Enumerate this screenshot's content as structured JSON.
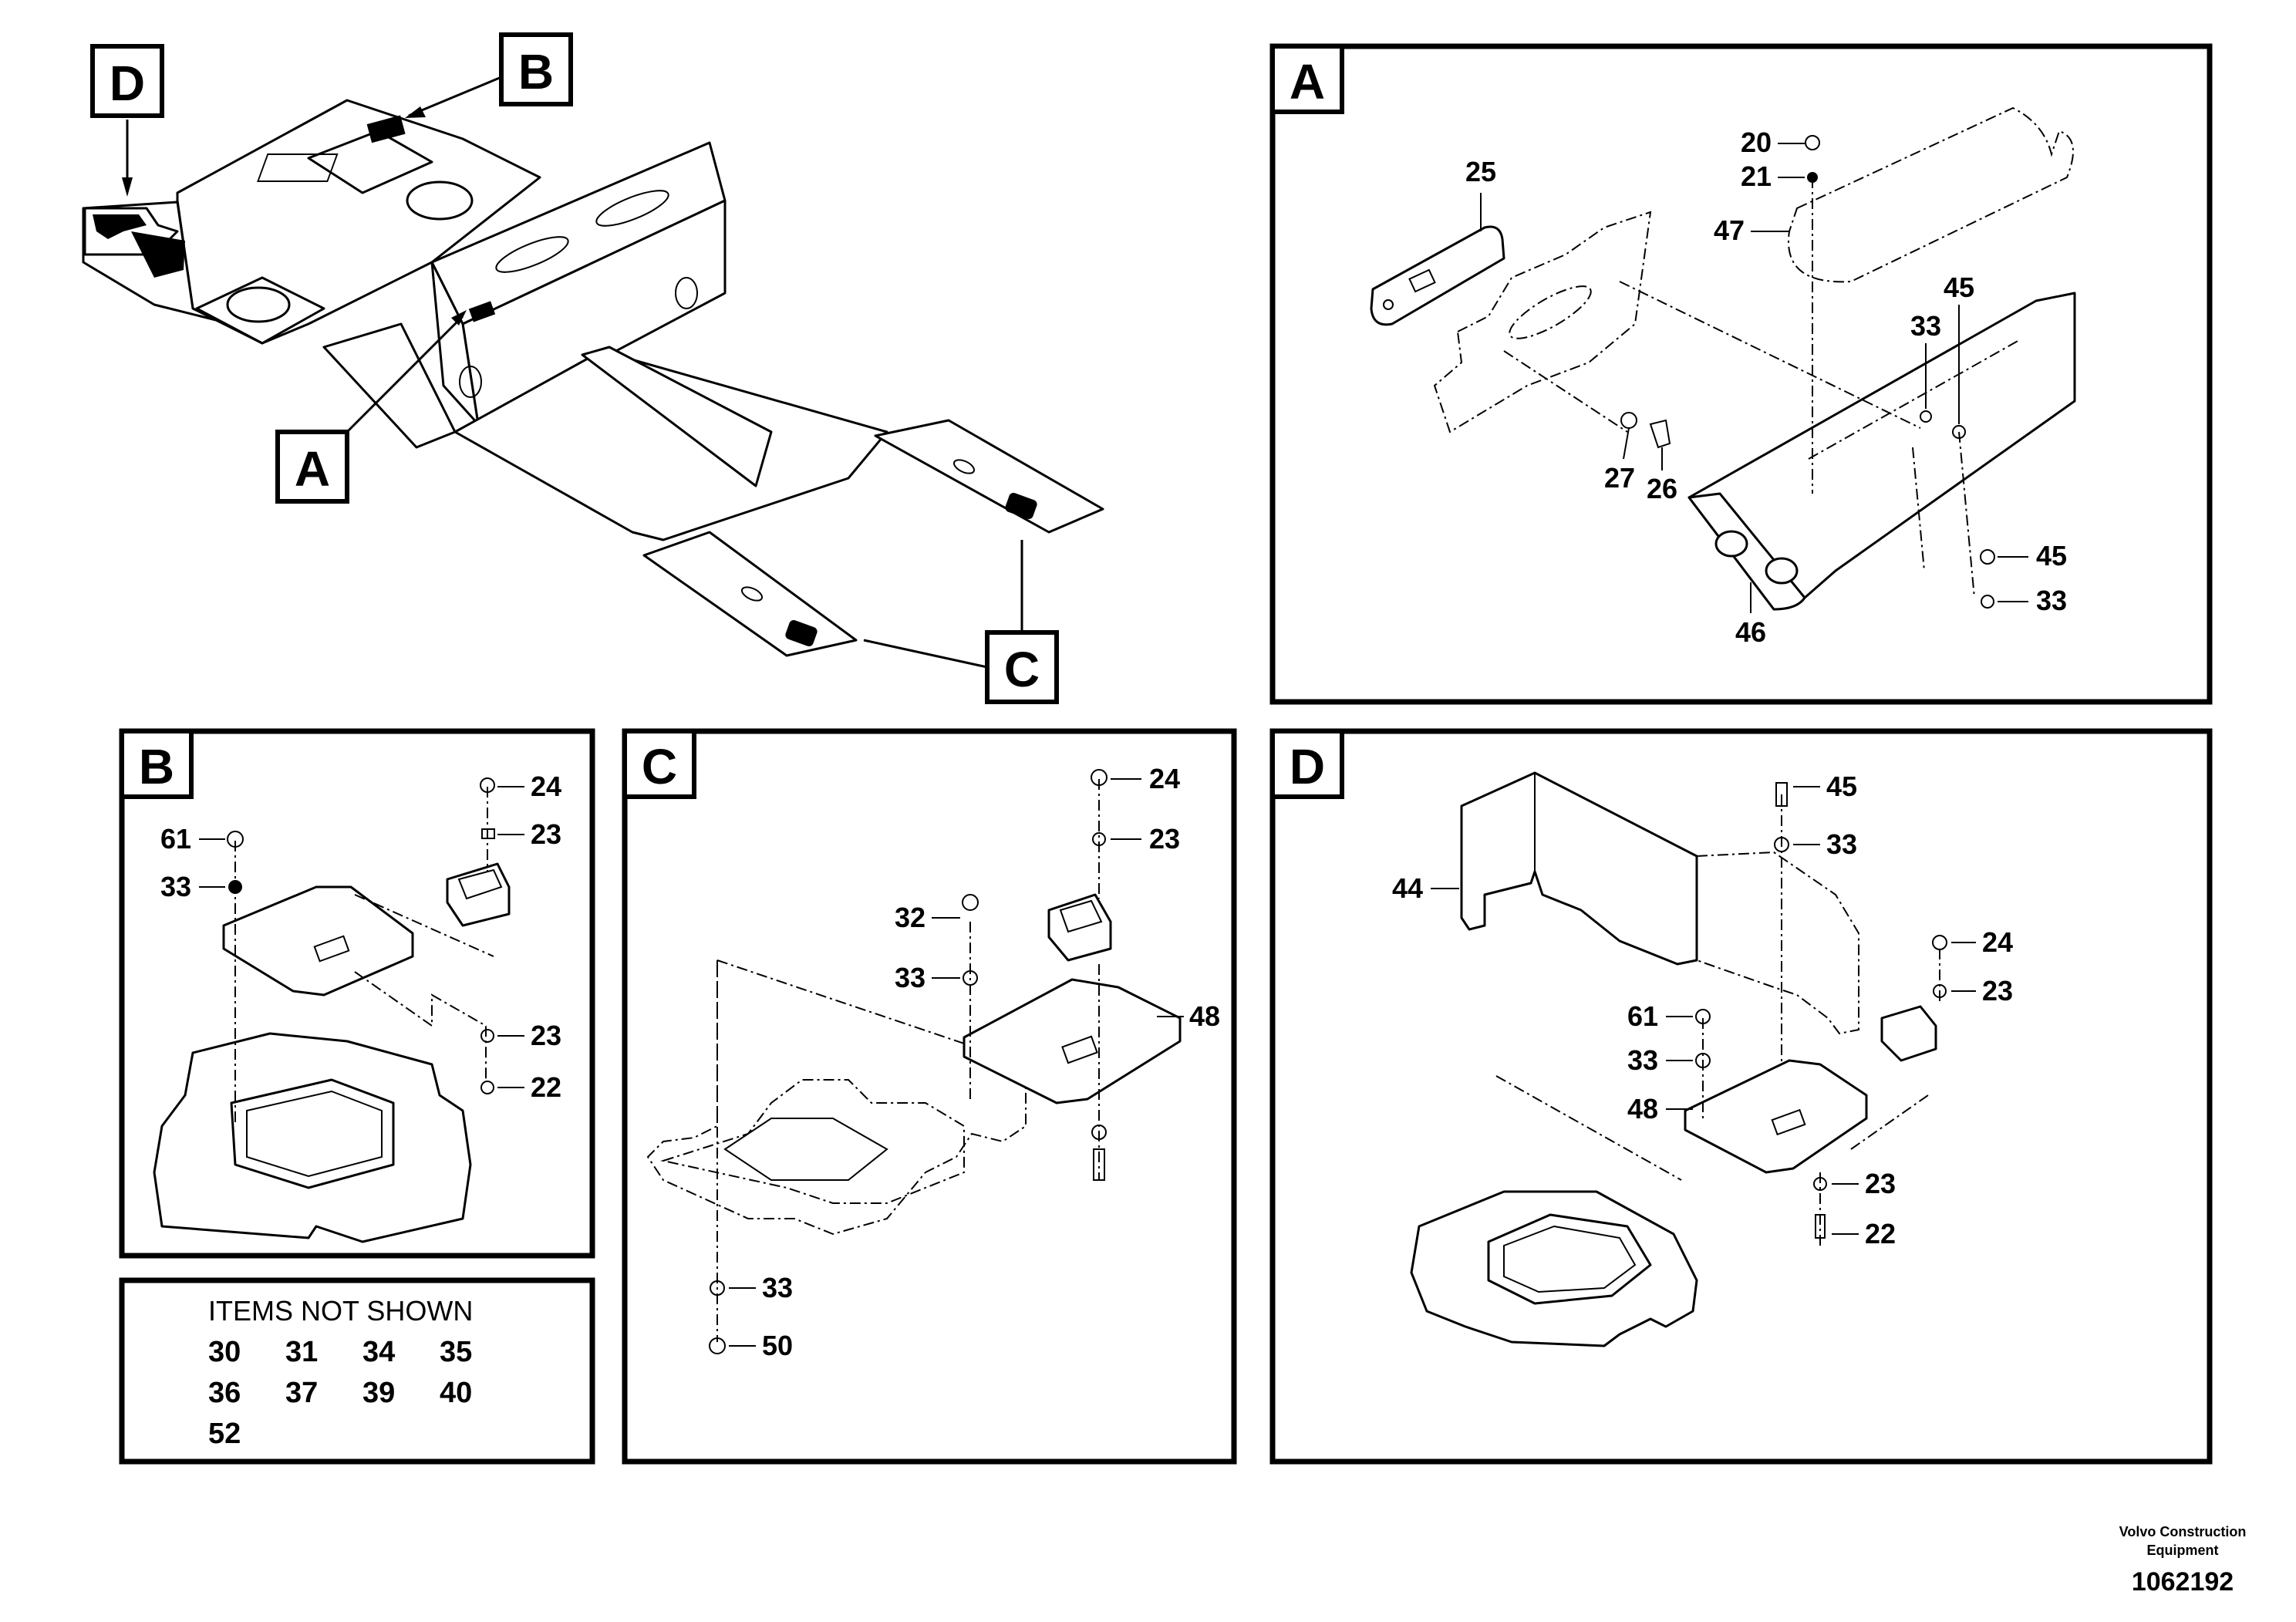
{
  "views": {
    "overview": {
      "callouts": {
        "D": "D",
        "B": "B",
        "A": "A",
        "C": "C"
      }
    },
    "A": {
      "title": "A",
      "labels": {
        "p25": "25",
        "p20": "20",
        "p21": "21",
        "p47": "47",
        "p45a": "45",
        "p33a": "33",
        "p27": "27",
        "p26": "26",
        "p46": "46",
        "p45b": "45",
        "p33b": "33"
      }
    },
    "B": {
      "title": "B",
      "labels": {
        "p24": "24",
        "p61": "61",
        "p23a": "23",
        "p33": "33",
        "p23b": "23",
        "p22": "22"
      }
    },
    "C": {
      "title": "C",
      "labels": {
        "p24": "24",
        "p23": "23",
        "p32": "32",
        "p33a": "33",
        "p48": "48",
        "p33b": "33",
        "p50": "50"
      }
    },
    "D": {
      "title": "D",
      "labels": {
        "p45": "45",
        "p33a": "33",
        "p44": "44",
        "p24": "24",
        "p23a": "23",
        "p61": "61",
        "p33b": "33",
        "p48": "48",
        "p23b": "23",
        "p22": "22"
      }
    }
  },
  "items_not_shown": {
    "heading": "ITEMS NOT SHOWN",
    "items": [
      "30",
      "31",
      "34",
      "35",
      "36",
      "37",
      "39",
      "40",
      "52"
    ]
  },
  "footer": {
    "company_line1": "Volvo Construction",
    "company_line2": "Equipment",
    "doc_number": "1062192"
  }
}
